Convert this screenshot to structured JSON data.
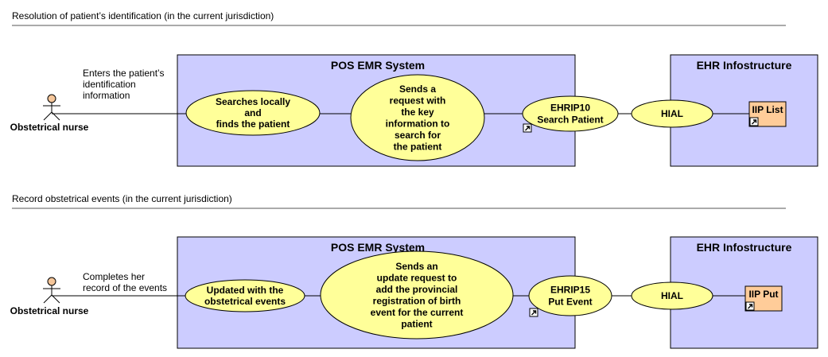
{
  "sections": [
    {
      "title": "Resolution of patient’s identification (in the current jurisdiction)",
      "actor": "Obstetrical nurse",
      "actor_label": [
        "Enters the patient’s",
        "identification",
        "information"
      ],
      "pos_system_title": "POS EMR System",
      "local_step": [
        "Searches locally",
        "and",
        "finds the patient"
      ],
      "request_step": [
        "Sends a",
        "request with",
        "the key",
        "information to",
        "search for",
        "the patient"
      ],
      "interaction": [
        "EHRIP10",
        "Search Patient"
      ],
      "hial": "HIAL",
      "ehr_title": "EHR Infostructure",
      "service": "IIP List"
    },
    {
      "title": "Record obstetrical events (in the current jurisdiction)",
      "actor": "Obstetrical nurse",
      "actor_label": [
        "Completes her",
        "record of the events"
      ],
      "pos_system_title": "POS EMR System",
      "local_step": [
        "Updated with the",
        "obstetrical events"
      ],
      "request_step": [
        "Sends an",
        "update request to",
        "add the provincial",
        "registration of birth",
        "event for the current",
        "patient"
      ],
      "interaction": [
        "EHRIP15",
        "Put Event"
      ],
      "hial": "HIAL",
      "ehr_title": "EHR Infostructure",
      "service": "IIP Put"
    }
  ],
  "colors": {
    "system_fill": "#ccccff",
    "ellipse_fill": "#ffff99",
    "service_fill": "#ffcc99",
    "actor_head": "#f5c69a"
  }
}
